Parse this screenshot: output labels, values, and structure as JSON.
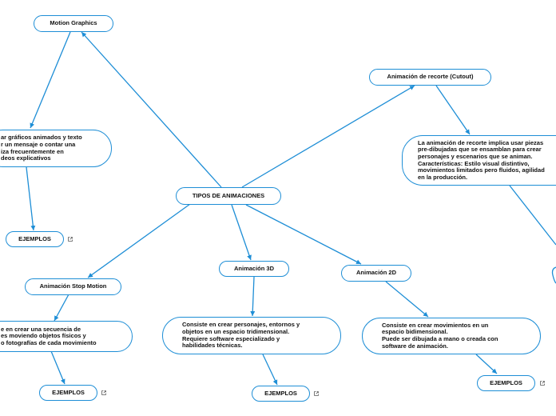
{
  "accent_color": "#1e8ed6",
  "nodes": {
    "root": "TIPOS DE ANIMACIONES",
    "motion_graphics": "Motion  Graphics",
    "motion_graphics_desc": "ar gráficos animados y texto\nr un mensaje o contar una\niza frecuentemente en\ndeos explicativos",
    "motion_graphics_examples": "EJEMPLOS",
    "cutout": "Animación de recorte (Cutout)",
    "cutout_desc": "La animación de recorte implica usar piezas\npre-dibujadas que se ensamblan para crear\npersonajes y escenarios que se animan.\nCaracterísticas: Estilo visual distintivo,\nmovimientos limitados pero fluidos, agilidad\nen la producción.",
    "stop_motion": "Animación Stop Motion",
    "stop_motion_desc": "e en crear una secuencia de\nes moviendo objetos físicos y\no fotografías de cada movimiento",
    "stop_motion_examples": "EJEMPLOS",
    "anim3d": "Animación 3D",
    "anim3d_desc": "Consiste en crear personajes, entornos y\nobjetos en un espacio tridimensional.\nRequiere software especializado y\nhabilidades técnicas.",
    "anim3d_examples": "EJEMPLOS",
    "anim2d": "Animación 2D",
    "anim2d_desc": "Consiste en crear movimientos en un\nespacio bidimensional.\nPuede ser dibujada a mano o creada con\nsoftware de animación.",
    "anim2d_examples": "EJEMPLOS"
  },
  "icons": {
    "external_link": "external-link-icon"
  }
}
